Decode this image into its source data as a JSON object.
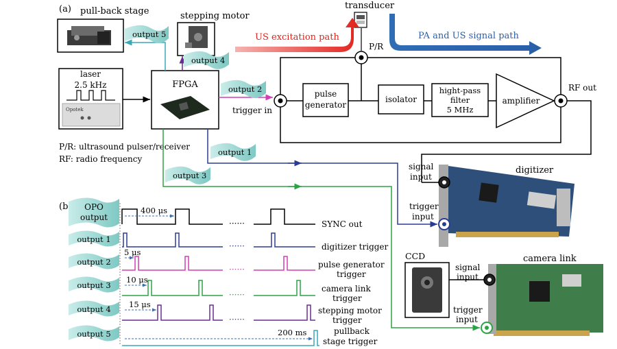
{
  "panel_a": {
    "label": "(a)",
    "pullback_stage": "pull-back stage",
    "stepping_motor": "stepping motor",
    "transducer": "transducer",
    "us_excitation_path": "US excitation path",
    "pa_us_signal_path": "PA and US signal path",
    "pr": "P/R",
    "laser": "laser",
    "laser_freq": "2.5 kHz",
    "fpga": "FPGA",
    "output1": "output 1",
    "output2": "output 2",
    "output3": "output 3",
    "output4": "output 4",
    "output5": "output 5",
    "trigger_in": "trigger in",
    "pulse_generator_l1": "pulse",
    "pulse_generator_l2": "generator",
    "isolator": "isolator",
    "hpf_l1": "hight-pass",
    "hpf_l2": "filter",
    "hpf_l3": "5 MHz",
    "amplifier": "amplifier",
    "rf_out": "RF out",
    "legend_pr": "P/R: ultrasound pulser/receiver",
    "legend_rf": "RF: radio frequency",
    "digitizer": "digitizer",
    "signal_input_l1": "signal",
    "signal_input_l2": "input",
    "trigger_input_l1": "trigger",
    "trigger_input_l2": "input",
    "ccd": "CCD",
    "camera_link": "camera link",
    "cam_signal_l1": "signal",
    "cam_signal_l2": "input",
    "cam_trigger_l1": "trigger",
    "cam_trigger_l2": "input",
    "laser_device_text": "Opotek"
  },
  "panel_b": {
    "label": "(b)",
    "opo_l1": "OPO",
    "opo_l2": "output",
    "output1": "output 1",
    "output2": "output 2",
    "output3": "output 3",
    "output4": "output 4",
    "output5": "output 5",
    "d400": "400 μs",
    "d5": "5 μs",
    "d10": "10 μs",
    "d15": "15 μs",
    "d200": "200 ms",
    "ellipsis": "······",
    "sync_out": "SYNC out",
    "digitizer_trigger": "digitizer trigger",
    "pulse_gen_trig_l1": "pulse generator",
    "pulse_gen_trig_l2": "trigger",
    "camera_trig_l1": "camera link",
    "camera_trig_l2": "trigger",
    "stepping_trig_l1": "stepping motor",
    "stepping_trig_l2": "trigger",
    "pullback_trig_l1": "pullback",
    "pullback_trig_l2": "stage trigger"
  },
  "colors": {
    "us_path": "#e8312c",
    "pa_path": "#2f6db5",
    "output1": "#2a3b93",
    "output2": "#d23fb4",
    "output3": "#2ca445",
    "output4": "#6a2c8f",
    "output5": "#39a9b8",
    "flag": "#a9dbd8"
  }
}
